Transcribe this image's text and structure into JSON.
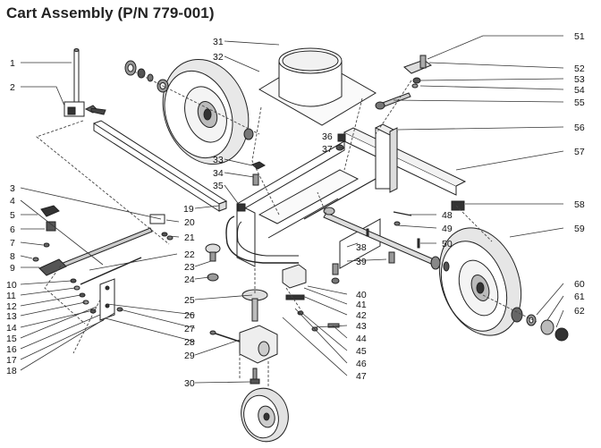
{
  "title": "Cart Assembly (P/N 779-001)",
  "callouts": {
    "1": "1",
    "2": "2",
    "3": "3",
    "4": "4",
    "5": "5",
    "6": "6",
    "7": "7",
    "8": "8",
    "9": "9",
    "10": "10",
    "11": "11",
    "12": "12",
    "13": "13",
    "14": "14",
    "15": "15",
    "16": "16",
    "17": "17",
    "18": "18",
    "19": "19",
    "20": "20",
    "21": "21",
    "22": "22",
    "23": "23",
    "24": "24",
    "25": "25",
    "26": "26",
    "27": "27",
    "28": "28",
    "29": "29",
    "30": "30",
    "31": "31",
    "32": "32",
    "33": "33",
    "34": "34",
    "35": "35",
    "36": "36",
    "37": "37",
    "38": "38",
    "39": "39",
    "40": "40",
    "41": "41",
    "42": "42",
    "43": "43",
    "44": "44",
    "45": "45",
    "46": "46",
    "47": "47",
    "48": "48",
    "49": "49",
    "50": "50",
    "51": "51",
    "52": "52",
    "53": "53",
    "54": "54",
    "55": "55",
    "56": "56",
    "57": "57",
    "58": "58",
    "59": "59",
    "60": "60",
    "61": "61",
    "62": "62"
  }
}
